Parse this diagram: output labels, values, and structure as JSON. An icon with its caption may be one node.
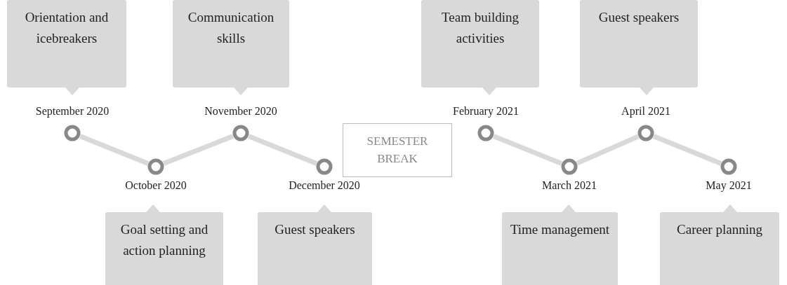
{
  "diagram": {
    "nodes": [
      {
        "text": [
          "Orientation and icebreakers"
        ]
      },
      {
        "text": [],
        "shape": "circle",
        "beside": [
          "September 2020"
        ]
      },
      {
        "text": [
          "Goal setting and action planning"
        ]
      },
      {
        "text": [],
        "shape": "circle",
        "beside": [
          "October 2020"
        ]
      },
      {
        "text": [
          "Communication skills"
        ]
      },
      {
        "text": [],
        "shape": "circle",
        "beside": [
          "November 2020"
        ]
      },
      {
        "text": [
          "Guest speakers"
        ]
      },
      {
        "text": [],
        "shape": "circle",
        "beside": [
          "December 2020"
        ]
      },
      {
        "text": [
          "SEMESTER BREAK"
        ]
      },
      {
        "text": [
          "Team building activities"
        ]
      },
      {
        "text": [],
        "shape": "circle",
        "beside": [
          "February 2021"
        ]
      },
      {
        "text": [
          "Time management"
        ]
      },
      {
        "text": [],
        "shape": "circle",
        "beside": [
          "March 2021"
        ]
      },
      {
        "text": [
          "Guest speakers"
        ]
      },
      {
        "text": [],
        "shape": "circle",
        "beside": [
          "April 2021"
        ]
      },
      {
        "text": [
          "Career planning"
        ]
      },
      {
        "text": [],
        "shape": "circle",
        "beside": [
          "May 2021"
        ]
      }
    ],
    "edges": [
      {
        "from": 1,
        "to": 3,
        "arrow": "none"
      },
      {
        "from": 3,
        "to": 5,
        "arrow": "none"
      },
      {
        "from": 5,
        "to": 7,
        "arrow": "none"
      },
      {
        "from": 10,
        "to": 12,
        "arrow": "none"
      },
      {
        "from": 12,
        "to": 14,
        "arrow": "none"
      },
      {
        "from": 14,
        "to": 16,
        "arrow": "none"
      }
    ]
  }
}
